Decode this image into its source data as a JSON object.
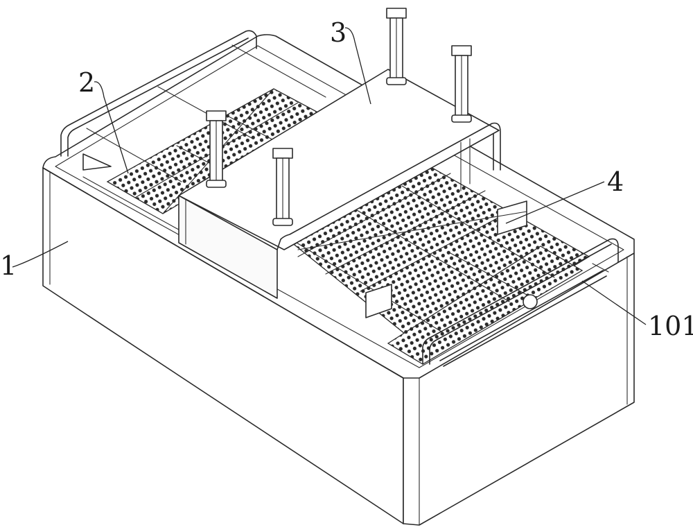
{
  "labels": [
    {
      "id": "tank",
      "text": "1"
    },
    {
      "id": "mesh-tray",
      "text": "2"
    },
    {
      "id": "cover-frame",
      "text": "3"
    },
    {
      "id": "scraper",
      "text": "4"
    },
    {
      "id": "slide-rail",
      "text": "101"
    }
  ],
  "colors": {
    "line": "#2a2a2a",
    "paper": "#ffffff",
    "mesh": "#2a2a2a"
  }
}
